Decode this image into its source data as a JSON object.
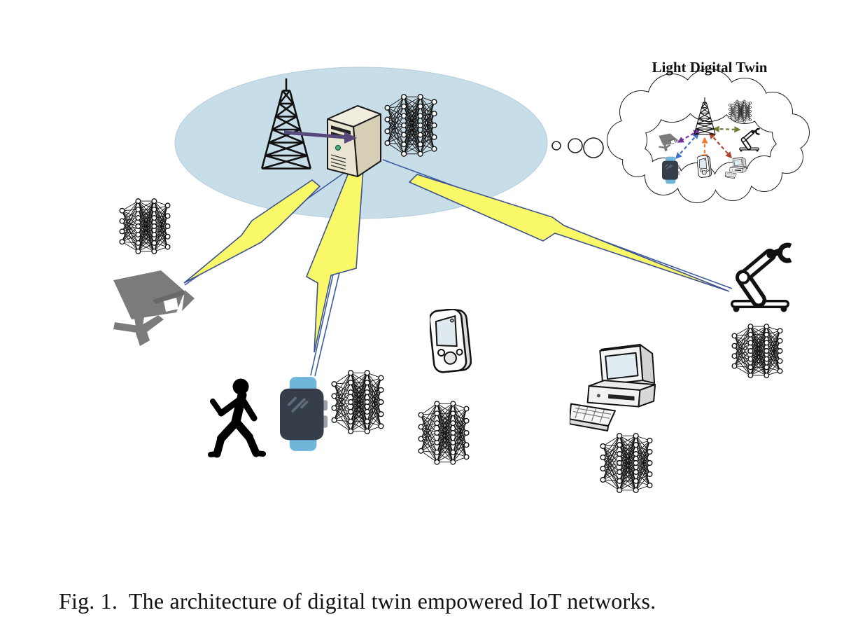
{
  "figure": {
    "cloud_label": "Light Digital Twin",
    "caption": "Fig. 1.  The architecture of digital twin empowered IoT networks."
  },
  "colors": {
    "coverage_ellipse": "#c7dee9",
    "coverage_ellipse_edge": "#b3cdda",
    "bolt_fill": "#f9f868",
    "bolt_stroke": "#3d518f",
    "link_line": "#3c5c9e",
    "backhaul_arrow": "#57497c",
    "watch_band": "#70b5da",
    "watch_body": "#363e49",
    "camera_gray": "#7b7b7b",
    "twin_arrow_camera": "#7030a0",
    "twin_arrow_watch": "#4472c4",
    "twin_arrow_phone": "#ed7d31",
    "twin_arrow_computer": "#b0452e",
    "twin_arrow_robot": "#6b7f2f"
  },
  "components": {
    "edge_site": [
      "base-station-tower",
      "edge-server",
      "neural-network-model"
    ],
    "physical_devices": [
      "surveillance-camera",
      "pedestrian-with-smartwatch",
      "handheld-pda",
      "desktop-computer",
      "robot-arm"
    ],
    "wireless_links": [
      "edge-server to surveillance-camera",
      "edge-server to smartwatch",
      "edge-server to robot-arm"
    ],
    "digital_twin_members": [
      "base-station-tower",
      "neural-network-model",
      "surveillance-camera",
      "smartwatch",
      "handheld-pda",
      "desktop-computer",
      "robot-arm"
    ]
  }
}
